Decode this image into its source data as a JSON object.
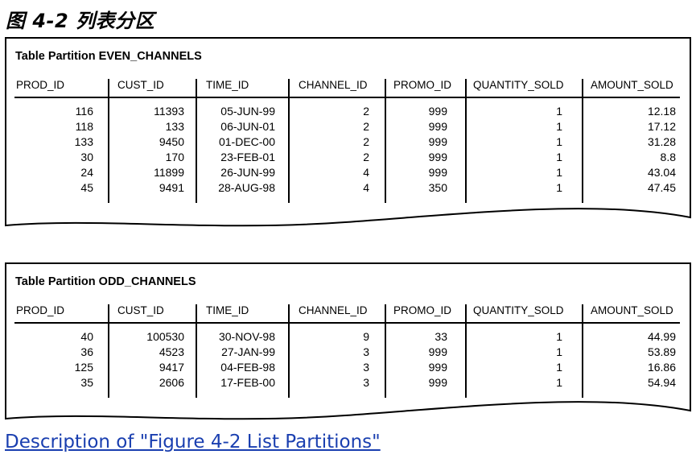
{
  "figure_title": "图 4-2 列表分区",
  "columns": [
    "PROD_ID",
    "CUST_ID",
    "TIME_ID",
    "CHANNEL_ID",
    "PROMO_ID",
    "QUANTITY_SOLD",
    "AMOUNT_SOLD"
  ],
  "partitions": [
    {
      "title": "Table Partition EVEN_CHANNELS",
      "rows": [
        [
          "116",
          "11393",
          "05-JUN-99",
          "2",
          "999",
          "1",
          "12.18"
        ],
        [
          "118",
          "133",
          "06-JUN-01",
          "2",
          "999",
          "1",
          "17.12"
        ],
        [
          "133",
          "9450",
          "01-DEC-00",
          "2",
          "999",
          "1",
          "31.28"
        ],
        [
          "30",
          "170",
          "23-FEB-01",
          "2",
          "999",
          "1",
          "8.8"
        ],
        [
          "24",
          "11899",
          "26-JUN-99",
          "4",
          "999",
          "1",
          "43.04"
        ],
        [
          "45",
          "9491",
          "28-AUG-98",
          "4",
          "350",
          "1",
          "47.45"
        ]
      ]
    },
    {
      "title": "Table Partition ODD_CHANNELS",
      "rows": [
        [
          "40",
          "100530",
          "30-NOV-98",
          "9",
          "33",
          "1",
          "44.99"
        ],
        [
          "36",
          "4523",
          "27-JAN-99",
          "3",
          "999",
          "1",
          "53.89"
        ],
        [
          "125",
          "9417",
          "04-FEB-98",
          "3",
          "999",
          "1",
          "16.86"
        ],
        [
          "35",
          "2606",
          "17-FEB-00",
          "3",
          "999",
          "1",
          "54.94"
        ]
      ]
    }
  ],
  "description_link": "Description of \"Figure 4-2 List Partitions\""
}
